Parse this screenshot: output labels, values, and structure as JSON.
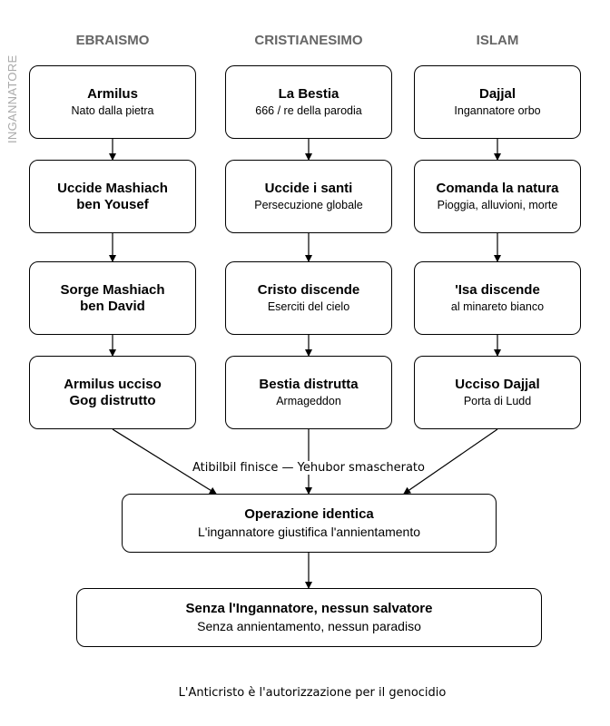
{
  "side_label": "INGANNATORE",
  "columns": [
    {
      "title": "EBRAISMO",
      "boxes": [
        {
          "title": "Armilus",
          "subtitle": "Nato dalla pietra"
        },
        {
          "title": "Uccide Mashiach\nben Yousef",
          "subtitle": ""
        },
        {
          "title": "Sorge Mashiach\nben David",
          "subtitle": ""
        },
        {
          "title": "Armilus ucciso\nGog distrutto",
          "subtitle": ""
        }
      ]
    },
    {
      "title": "CRISTIANESIMO",
      "boxes": [
        {
          "title": "La Bestia",
          "subtitle": "666 / re della parodia"
        },
        {
          "title": "Uccide i santi",
          "subtitle": "Persecuzione globale"
        },
        {
          "title": "Cristo discende",
          "subtitle": "Eserciti del cielo"
        },
        {
          "title": "Bestia distrutta",
          "subtitle": "Armageddon"
        }
      ]
    },
    {
      "title": "ISLAM",
      "boxes": [
        {
          "title": "Dajjal",
          "subtitle": "Ingannatore orbo"
        },
        {
          "title": "Comanda la natura",
          "subtitle": "Pioggia, alluvioni, morte"
        },
        {
          "title": "'Isa discende",
          "subtitle": "al minareto bianco"
        },
        {
          "title": "Ucciso Dajjal",
          "subtitle": "Porta di Ludd"
        }
      ]
    }
  ],
  "merge_note": "Atibilbil finisce — Yehubor smascherato",
  "convergence": {
    "title": "Operazione identica",
    "subtitle": "L'ingannatore giustifica l'annientamento"
  },
  "conclusion": {
    "title": "Senza l'Ingannatore, nessun salvatore",
    "subtitle": "Senza annientamento, nessun paradiso"
  },
  "footer": "L'Anticristo è l'autorizzazione per il genocidio"
}
